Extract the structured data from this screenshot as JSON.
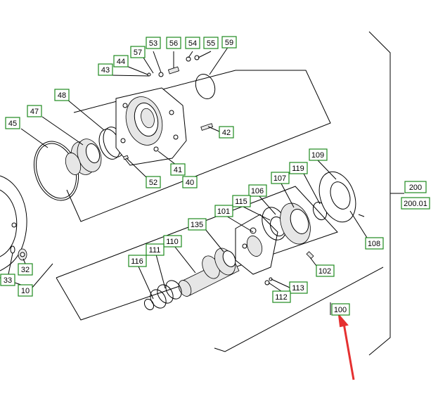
{
  "callouts": [
    "53",
    "56",
    "54",
    "55",
    "59",
    "57",
    "44",
    "43",
    "48",
    "47",
    "45",
    "42",
    "41",
    "52",
    "40",
    "109",
    "119",
    "107",
    "200",
    "200.01",
    "106",
    "115",
    "101",
    "108",
    "135",
    "110",
    "111",
    "116",
    "102",
    "113",
    "112",
    "100",
    "33",
    "32",
    "10"
  ],
  "footer": {
    "text": "",
    "color": "#d418c8"
  },
  "colors": {
    "callout_border": "#1f8a1f",
    "arrow": "#e53030"
  }
}
